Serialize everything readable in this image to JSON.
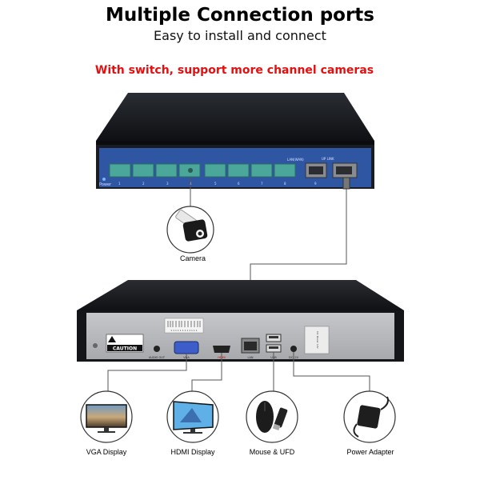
{
  "header": {
    "title": "Multiple Connection ports",
    "subtitle": "Easy to install and connect",
    "banner": "With switch, support more channel cameras"
  },
  "switch": {
    "power_label": "Power",
    "port_numbers": [
      "1",
      "2",
      "3",
      "4",
      "5",
      "6",
      "7",
      "8",
      "9"
    ],
    "lan_label": "LAN(WAN)",
    "uplink_label": "UP LINK"
  },
  "nvr": {
    "caution_label": "CAUTION",
    "audio_out_label": "AUDIO OUT",
    "vga_label": "VGA",
    "hdmi_label": "HDMI",
    "lan_label": "LAN",
    "usb_label": "USB",
    "dc_label": "DC12V",
    "reset_label": "DC Power 12V",
    "serial_label": "1 1 1 1 1 1 1 1 1 1 1 1"
  },
  "devices": {
    "camera": "Camera",
    "vga_display": "VGA Display",
    "hdmi_display": "HDMI Display",
    "mouse_ufd": "Mouse & UFD",
    "power_adapter": "Power Adapter"
  },
  "colors": {
    "switch_body": "#16181d",
    "switch_front": "#2f56a3",
    "port_teal": "#4aa79a",
    "nvr_body": "#1b1c20",
    "nvr_panel": "#b7b9bd",
    "banner_red": "#e50f0f",
    "cable": "#555555"
  }
}
